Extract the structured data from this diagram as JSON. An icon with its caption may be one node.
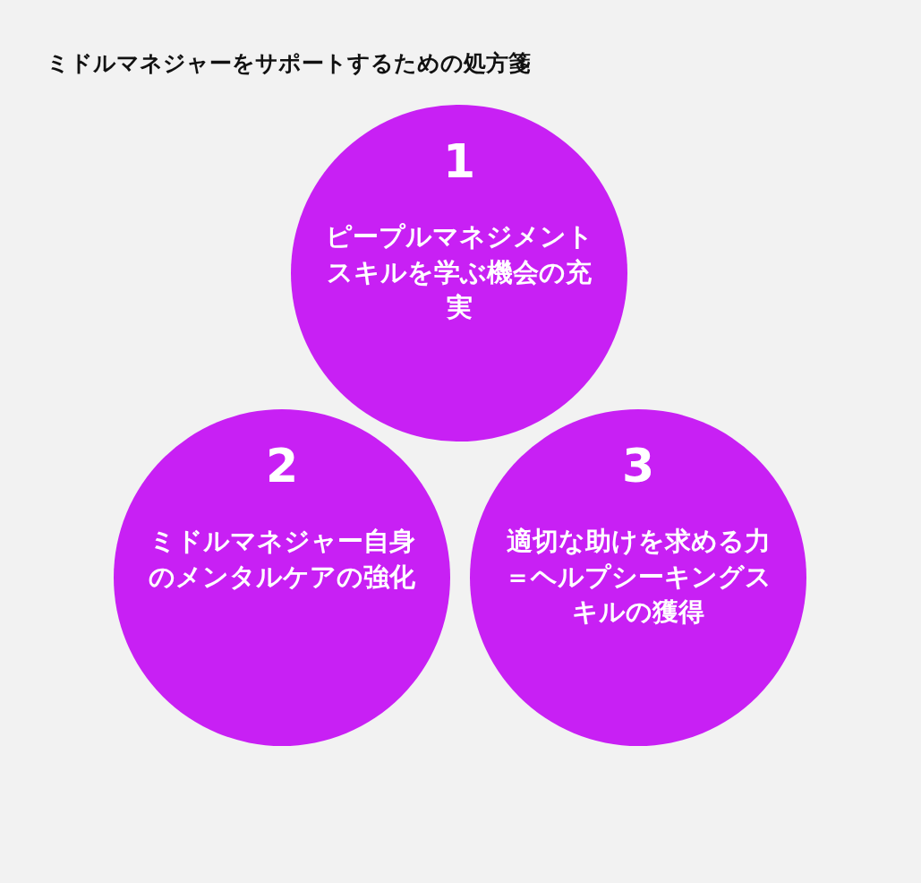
{
  "diagram": {
    "title": "ミドルマネジャーをサポートするための処方箋",
    "nodes": [
      {
        "text": [
          "1",
          "ピープルマネジメントスキルを学ぶ機会の充実"
        ]
      },
      {
        "text": [
          "2",
          "ミドルマネジャー自身のメンタルケアの強化"
        ]
      },
      {
        "text": [
          "3",
          "適切な助けを求める力＝ヘルプシーキングスキルの獲得"
        ]
      }
    ],
    "edges": []
  }
}
